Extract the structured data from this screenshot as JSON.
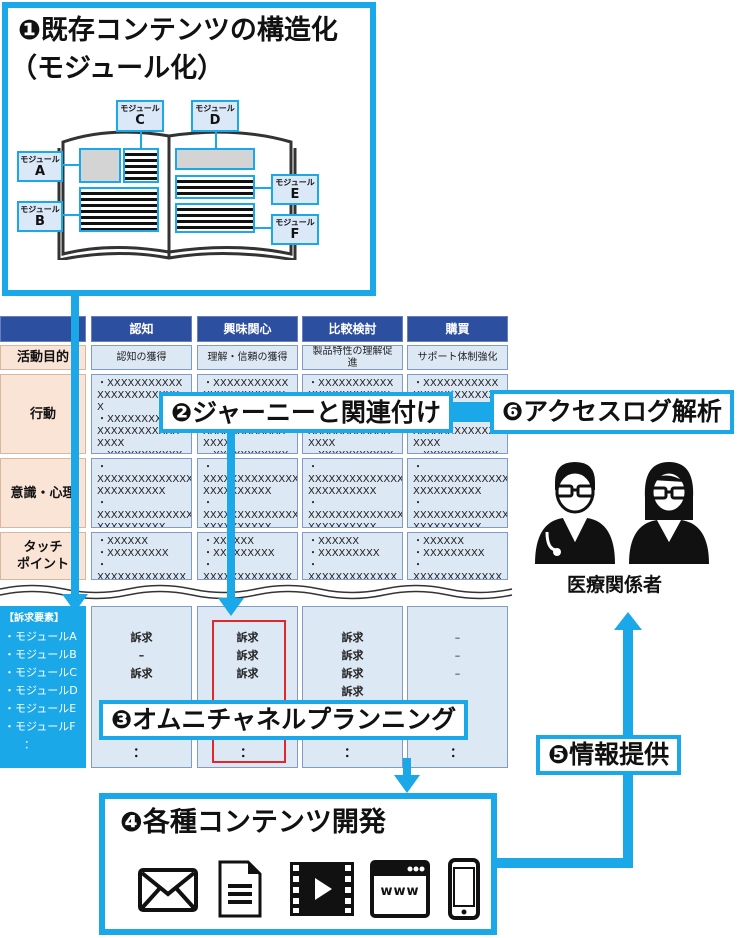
{
  "step1": {
    "title_line1": "❶既存コンテンツの構造化",
    "title_line2": "（モジュール化）"
  },
  "modules": [
    {
      "small": "モジュール",
      "big": "A"
    },
    {
      "small": "モジュール",
      "big": "B"
    },
    {
      "small": "モジュール",
      "big": "C"
    },
    {
      "small": "モジュール",
      "big": "D"
    },
    {
      "small": "モジュール",
      "big": "E"
    },
    {
      "small": "モジュール",
      "big": "F"
    }
  ],
  "table": {
    "headers": [
      "認知",
      "興味関心",
      "比較検討",
      "購買"
    ],
    "row_labels": [
      "活動目的",
      "行動",
      "意識・心理",
      "タッチ\nポイント"
    ],
    "purpose": [
      "認知の獲得",
      "理解・信頼の獲得",
      "製品特性の理解促進",
      "サポート体制強化"
    ],
    "action_cell": "・XXXXXXXXXXXXXXXXXXXXXXXX\n・XXXXXXXXXXXXXXXXXXXXXXXXXXX\n・XXXXXXXXXXXXXXXXXXXXXXXXX",
    "mind_cell": "・XXXXXXXXXXXXXX\nXXXXXXXXXX\n・XXXXXXXXXXXXXX\nXXXXXXXXXX\n・XXXXXXXXXXXXXX\nXXXXXXXXXX",
    "touch_cell": "・XXXXXX\n・XXXXXXXXX\n・XXXXXXXXXXXXX\n・XXXX",
    "appeal_title": "【訴求要素】",
    "appeal_items": [
      "・モジュールA",
      "・モジュールB",
      "・モジュールC",
      "・モジュールD",
      "・モジュールE",
      "・モジュールF",
      "："
    ],
    "appeal_cols": [
      [
        "訴求",
        "–",
        "訴求",
        "",
        "",
        ""
      ],
      [
        "訴求",
        "訴求",
        "訴求",
        "",
        "",
        ""
      ],
      [
        "訴求",
        "訴求",
        "訴求",
        "訴求",
        "",
        ""
      ],
      [
        "–",
        "–",
        "–",
        "",
        "",
        ""
      ]
    ],
    "dots": "："
  },
  "step2": "❷ジャーニーと関連付け",
  "step3": "❸オムニチャネルプランニング",
  "step4": {
    "title": "❹各種コンテンツ開発",
    "www": "www"
  },
  "step5": "❺情報提供",
  "step6": "❻アクセスログ解析",
  "people_label": "医療関係者",
  "colors": {
    "accent": "#1aa8e8",
    "header": "#2d4fa0",
    "rowlabel": "#fae4d6",
    "cell": "#dde8f5",
    "highlight": "#e3262b"
  }
}
